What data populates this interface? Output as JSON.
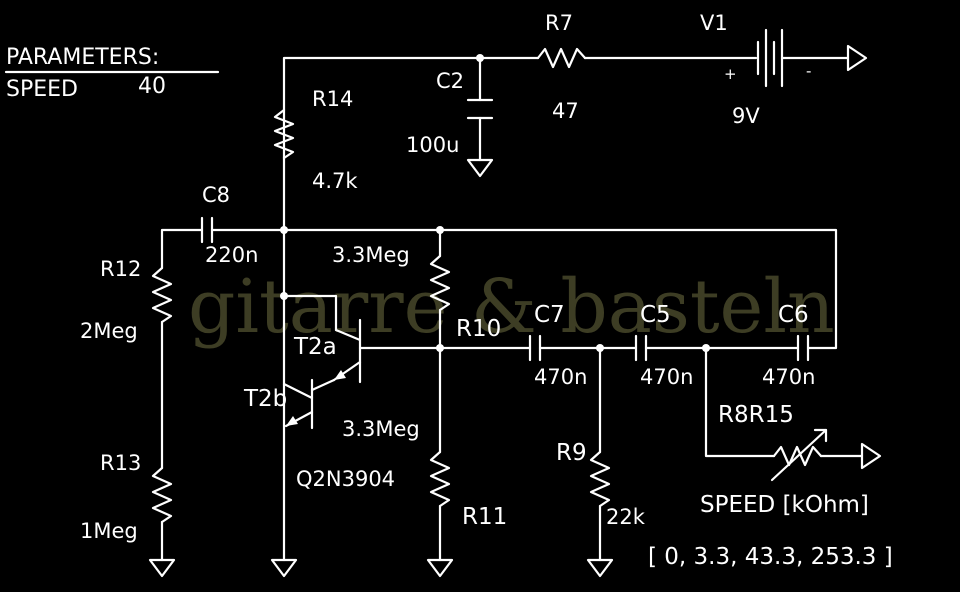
{
  "parameters": {
    "heading": "PARAMETERS:",
    "name": "SPEED",
    "value": "40"
  },
  "watermark": "gitarre & basteln",
  "components": {
    "r7": {
      "ref": "R7",
      "value": "47"
    },
    "v1": {
      "ref": "V1",
      "value": "9V",
      "plus": "+",
      "minus": "-"
    },
    "c2": {
      "ref": "C2",
      "value": "100u"
    },
    "r14": {
      "ref": "R14",
      "value": "4.7k"
    },
    "c8": {
      "ref": "C8",
      "value": "220n"
    },
    "r12": {
      "ref": "R12",
      "value": "2Meg"
    },
    "r13": {
      "ref": "R13",
      "value": "1Meg"
    },
    "r10": {
      "ref": "R10",
      "value": "3.3Meg"
    },
    "r11": {
      "ref": "R11",
      "value": "3.3Meg"
    },
    "transistor": {
      "ref_a": "T2a",
      "ref_b": "T2b",
      "model": "Q2N3904"
    },
    "c7": {
      "ref": "C7",
      "value": "470n"
    },
    "c5": {
      "ref": "C5",
      "value": "470n"
    },
    "c6": {
      "ref": "C6",
      "value": "470n"
    },
    "r9": {
      "ref": "R9",
      "value": "22k"
    },
    "r8r15": {
      "ref": "R8R15",
      "label": "SPEED [kOhm]",
      "values": "[ 0, 3.3, 43.3, 253.3 ]"
    }
  }
}
